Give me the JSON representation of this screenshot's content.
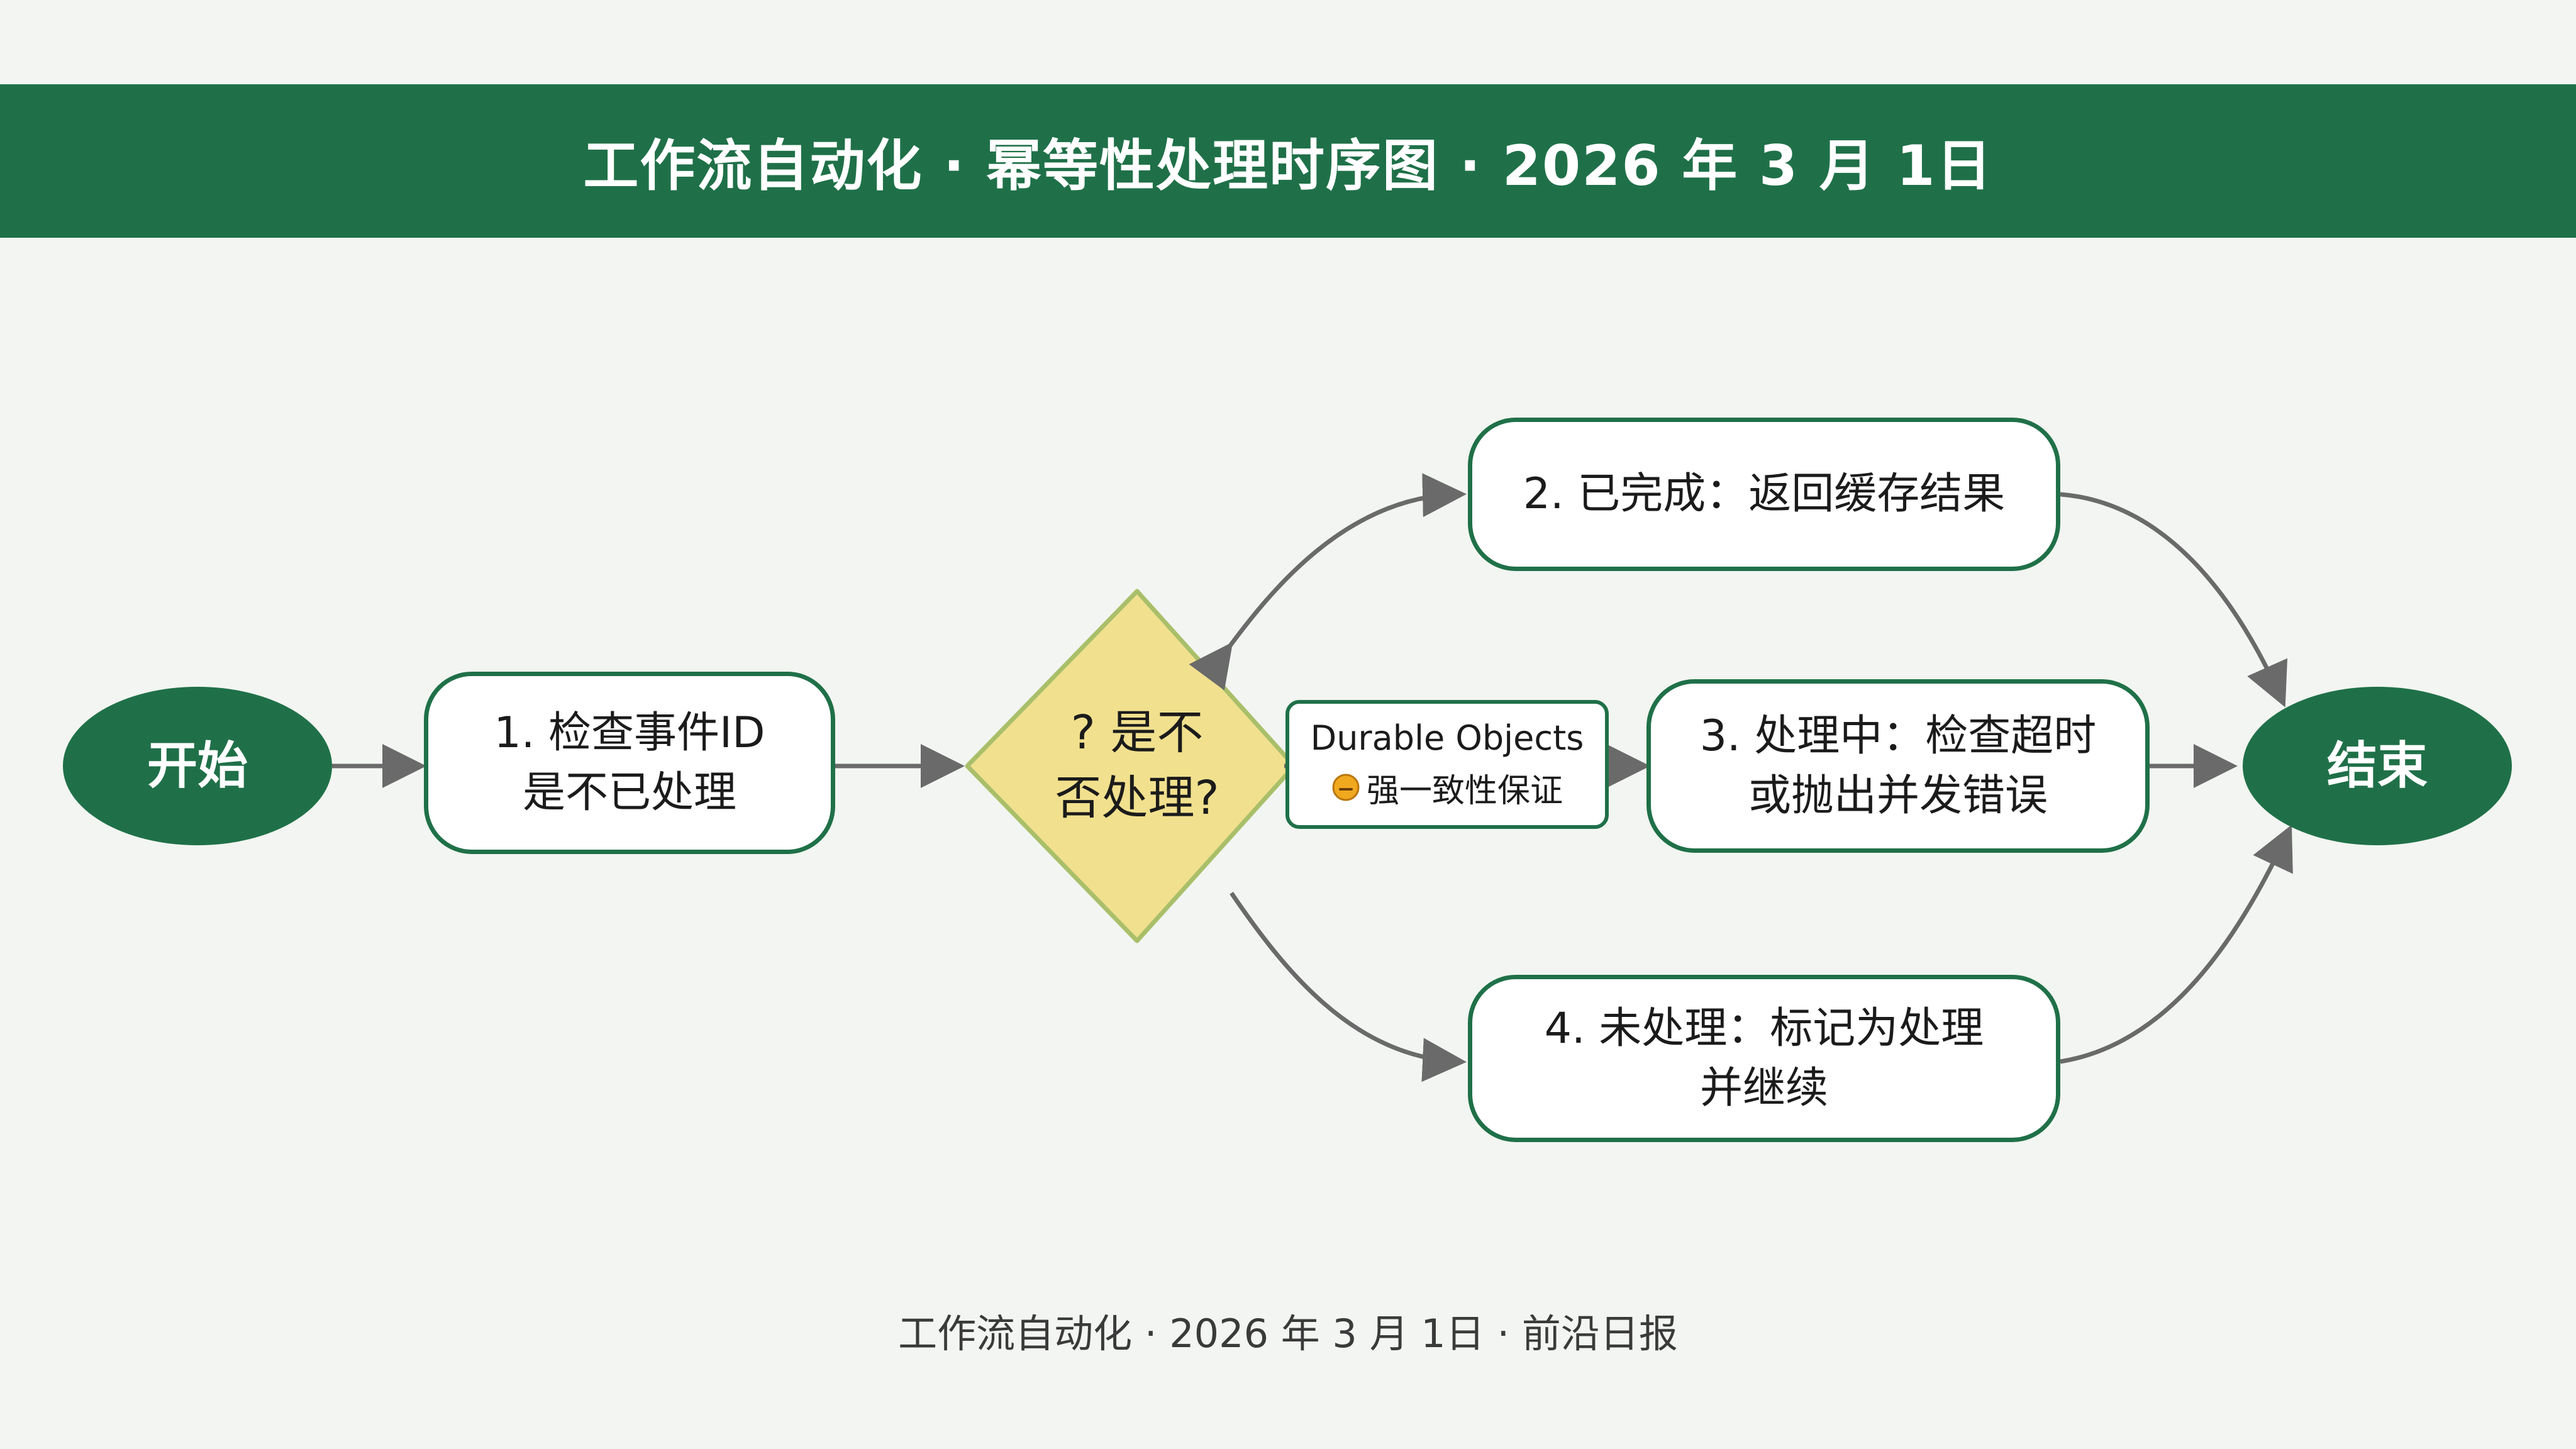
{
  "header": {
    "title": "工作流自动化 · 幂等性处理时序图 · 2026 年 3 月 1日"
  },
  "nodes": {
    "start": "开始",
    "check_line1": "1. 检查事件ID",
    "check_line2": "是不已处理",
    "decision_line1": "? 是不",
    "decision_line2": "否处理?",
    "completed": "2. 已完成：返回缓存结果",
    "processing_line1": "3. 处理中：检查超时",
    "processing_line2": "或抛出并发错误",
    "unprocessed_line1": "4. 未处理：标记为处理",
    "unprocessed_line2": "并继续",
    "end": "结束"
  },
  "note": {
    "title": "Durable Objects",
    "subtitle": "强一致性保证",
    "icon": "emoji-face-icon"
  },
  "footer": {
    "text": "工作流自动化 · 2026 年 3 月 1日 · 前沿日报"
  },
  "colors": {
    "background": "#f2f5f1",
    "brand_green": "#1f7048",
    "decision_fill": "#f1e08e",
    "decision_stroke": "#a9bf6a",
    "arrow": "#6a6a6a",
    "emoji": "#f0a81e"
  }
}
